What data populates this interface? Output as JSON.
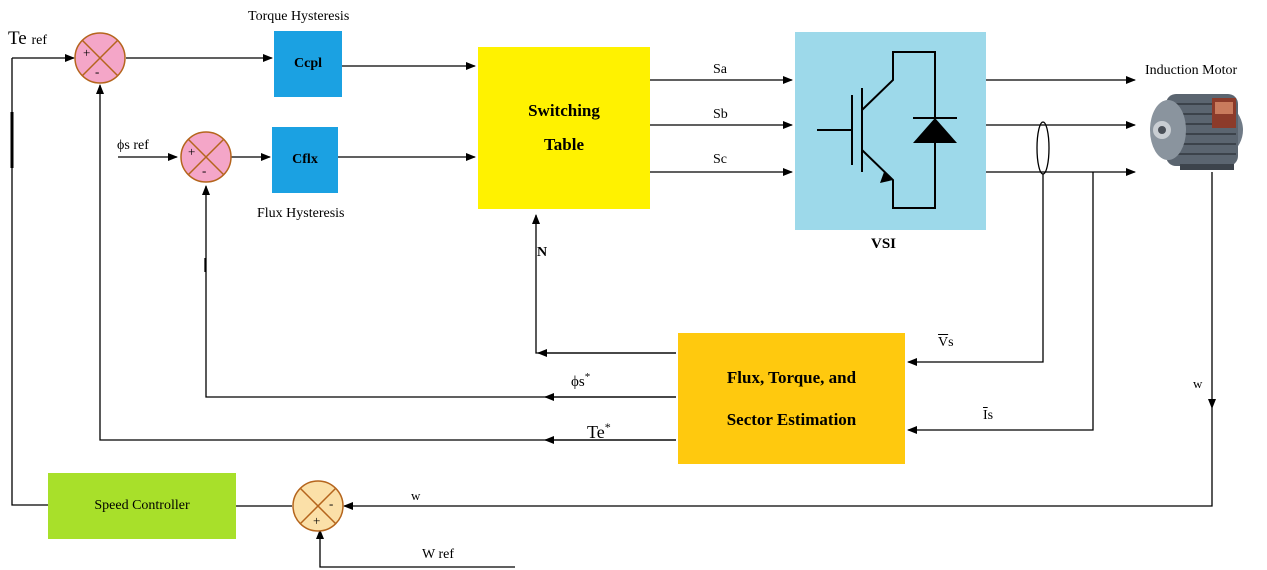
{
  "blocks": {
    "torque_hysteresis": {
      "caption": "Torque Hysteresis",
      "label": "Ccpl",
      "color": "#1ba1e2"
    },
    "flux_hysteresis": {
      "caption": "Flux Hysteresis",
      "label": "Cflx",
      "color": "#1ba1e2"
    },
    "switching_table": {
      "line1": "Switching",
      "line2": "Table",
      "color": "#fff200"
    },
    "vsi": {
      "label": "VSI",
      "color": "#9dd9ea"
    },
    "estimator": {
      "line1": "Flux, Torque, and",
      "line2": "Sector Estimation",
      "color": "#ffc90e"
    },
    "speed_controller": {
      "label": "Speed Controller",
      "color": "#a8e02a"
    },
    "motor": {
      "caption": "Induction Motor"
    }
  },
  "signals": {
    "te_ref": "Te",
    "te_ref_sub": "ref",
    "phis_ref": "ϕs ref",
    "sa": "Sa",
    "sb": "Sb",
    "sc": "Sc",
    "n": "N",
    "vs": "V",
    "vs_sub": "s",
    "is": "I",
    "is_sub": "s",
    "phis_est": "ϕs",
    "phis_est_sup": "*",
    "te_est": "Te",
    "te_est_sup": "*",
    "w_motor": "w",
    "w_feedback": "w",
    "w_ref": "W ref"
  },
  "summers": {
    "torque": {
      "top_sign": "+",
      "bottom_sign": "-"
    },
    "flux": {
      "top_sign": "+",
      "bottom_sign": "-"
    },
    "speed": {
      "right_sign": "-",
      "bottom_sign": "+"
    }
  },
  "colors": {
    "summer_pink": "#f4a6c8",
    "summer_tan": "#fbe0a8",
    "summer_stroke": "#b5651d"
  }
}
